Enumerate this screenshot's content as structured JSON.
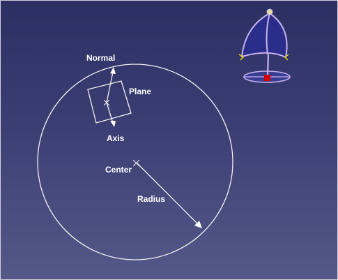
{
  "diagram": {
    "labels": {
      "normal": "Normal",
      "plane": "Plane",
      "axis": "Axis",
      "center": "Center",
      "radius": "Radius"
    }
  },
  "colors": {
    "background_top": "#2b2f62",
    "background_bottom": "#555988",
    "line": "#f2f2f2",
    "compass_frame": "#c7b3ee",
    "compass_fill": "#2a2e8a",
    "compass_handle": "#e8e0a0",
    "compass_base_dot": "#d40000",
    "compass_axis_markers": "#f0d000"
  },
  "icons": {
    "compass": "compass-icon"
  }
}
